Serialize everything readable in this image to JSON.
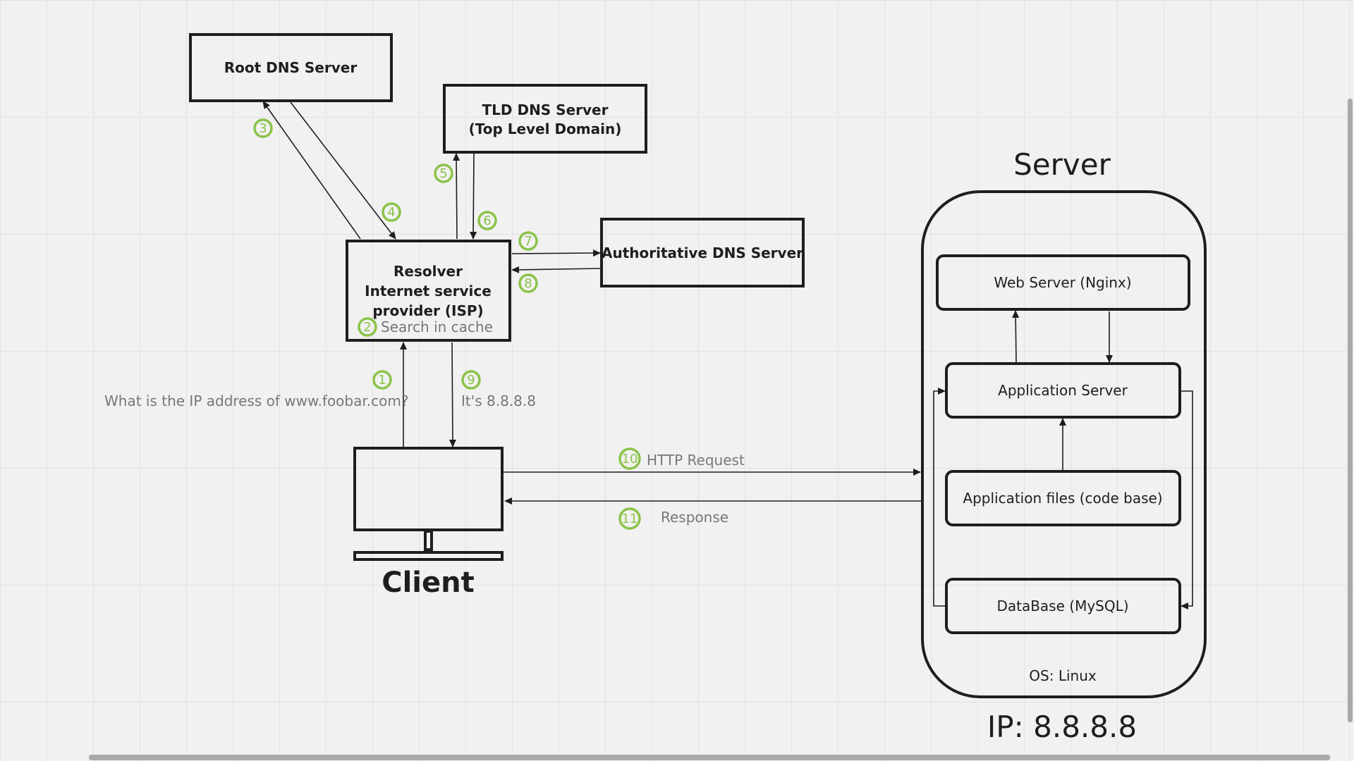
{
  "nodes": {
    "root_dns": "Root DNS Server",
    "tld_dns_line1": "TLD DNS Server",
    "tld_dns_line2": "(Top Level Domain)",
    "auth_dns": "Authoritative DNS Server",
    "resolver_line1": "Resolver",
    "resolver_line2": "Internet service",
    "resolver_line3": "provider (ISP)",
    "resolver_cache": "Search in cache",
    "client": "Client"
  },
  "server": {
    "title": "Server",
    "components": {
      "web_server": "Web Server (Nginx)",
      "app_server": "Application Server",
      "app_files": "Application files (code base)",
      "database": "DataBase (MySQL)"
    },
    "os": "OS: Linux",
    "ip": "IP: 8.8.8.8"
  },
  "notes": {
    "question": "What is the IP address of www.foobar.com?",
    "answer": "It's 8.8.8.8",
    "http_request": "HTTP Request",
    "response": "Response"
  },
  "steps": {
    "s1": "1",
    "s2": "2",
    "s3": "3",
    "s4": "4",
    "s5": "5",
    "s6": "6",
    "s7": "7",
    "s8": "8",
    "s9": "9",
    "s10": "10",
    "s11": "11"
  }
}
